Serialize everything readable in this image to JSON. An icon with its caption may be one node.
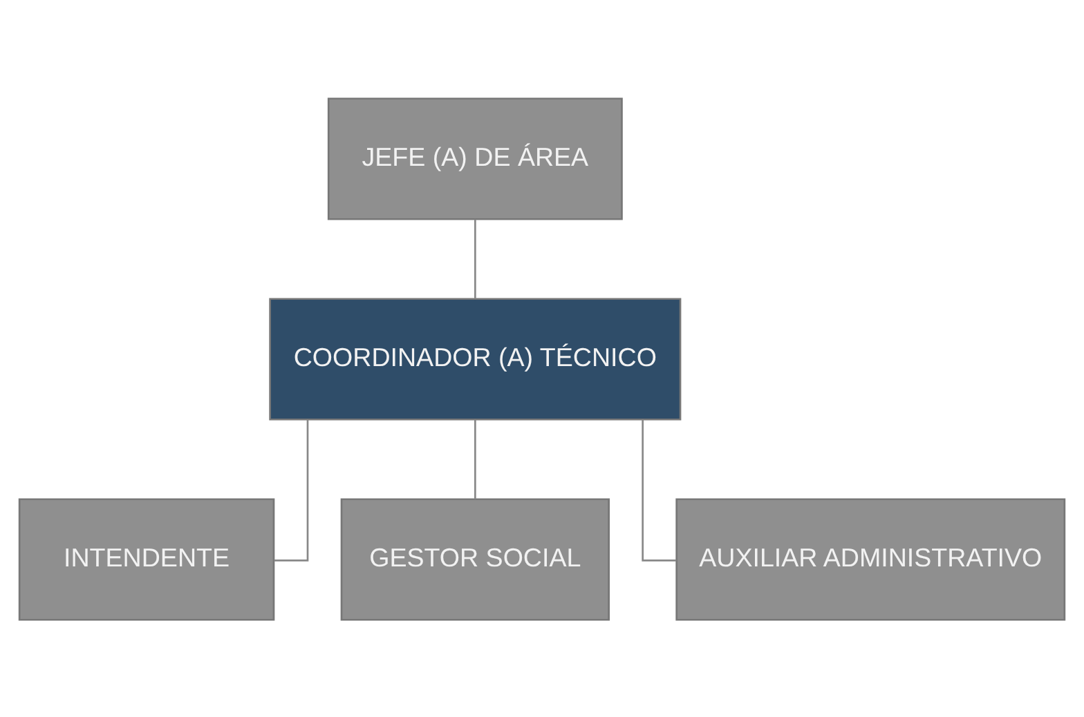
{
  "diagram": {
    "nodes": [
      {
        "text": [
          "JEFE (A) DE ÁREA"
        ]
      },
      {
        "text": [
          "COORDINADOR (A) TÉCNICO"
        ]
      },
      {
        "text": [
          "INTENDENTE"
        ]
      },
      {
        "text": [
          "GESTOR SOCIAL"
        ]
      },
      {
        "text": [
          "AUXILIAR ADMINISTRATIVO"
        ]
      }
    ],
    "edges": [
      {
        "from": 0,
        "to": 1,
        "arrow": "none"
      },
      {
        "from": 1,
        "to": 2,
        "arrow": "none"
      },
      {
        "from": 1,
        "to": 3,
        "arrow": "none"
      },
      {
        "from": 1,
        "to": 4,
        "arrow": "none"
      }
    ]
  }
}
